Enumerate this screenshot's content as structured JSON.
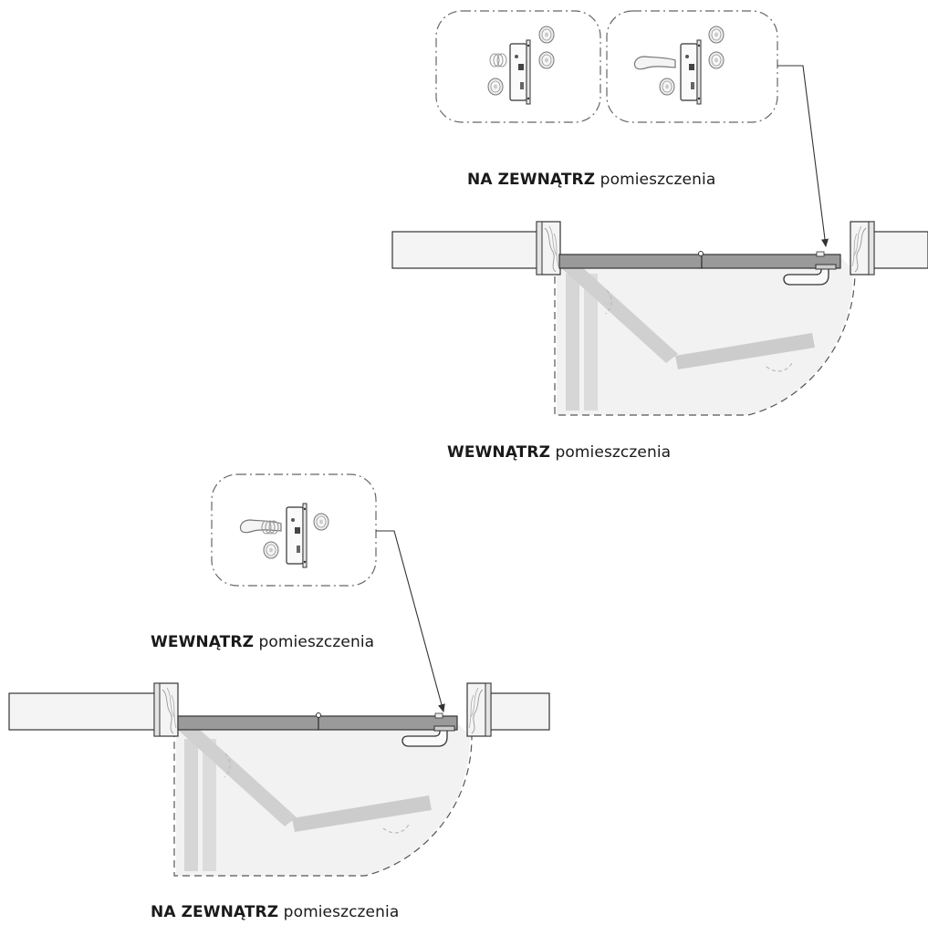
{
  "panels": [
    {
      "top_label": {
        "bold": "NA ZEWNĄTRZ",
        "normal": " pomieszczenia"
      },
      "bottom_label": {
        "bold": "WEWNĄTRZ",
        "normal": " pomieszczenia"
      }
    },
    {
      "top_label": {
        "bold": "WEWNĄTRZ",
        "normal": " pomieszczenia"
      },
      "bottom_label": {
        "bold": "NA ZEWNĄTRZ",
        "normal": " pomieszczenia"
      }
    }
  ],
  "colors": {
    "line": "#333333",
    "wall_fill": "#f4f4f4",
    "door_fill": "#9a9a9a",
    "ghost_door": "#d9d9d9",
    "swing_area": "#f2f2f2",
    "frame_wood": "#dedede"
  }
}
